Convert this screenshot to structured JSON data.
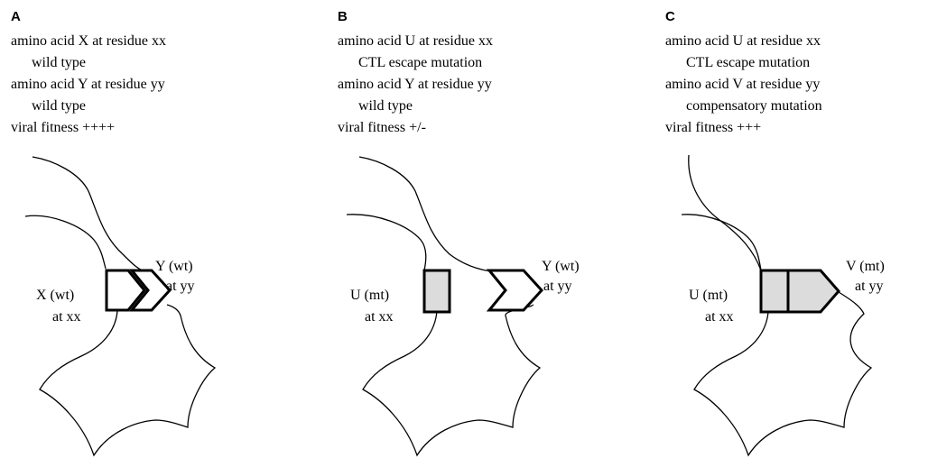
{
  "panels": [
    {
      "letter": "A",
      "lines": [
        "amino acid X at residue xx",
        "wild type",
        "amino acid Y at residue yy",
        "wild type",
        "viral fitness ++++"
      ],
      "left_label": [
        "X (wt)",
        "at xx"
      ],
      "right_label": [
        "Y (wt)",
        "at yy"
      ]
    },
    {
      "letter": "B",
      "lines": [
        "amino acid U at residue xx",
        "CTL escape mutation",
        "amino acid Y at residue yy",
        "wild type",
        "viral fitness +/-"
      ],
      "left_label": [
        "U (mt)",
        "at xx"
      ],
      "right_label": [
        "Y (wt)",
        "at yy"
      ]
    },
    {
      "letter": "C",
      "lines": [
        "amino acid U at residue xx",
        "CTL escape mutation",
        "amino acid V at residue yy",
        "compensatory mutation",
        "viral fitness +++"
      ],
      "left_label": [
        "U (mt)",
        "at xx"
      ],
      "right_label": [
        "V (mt)",
        "at yy"
      ]
    }
  ],
  "colors": {
    "mutant_fill": "#dcdcdc",
    "stroke": "#000000",
    "background": "#ffffff"
  }
}
